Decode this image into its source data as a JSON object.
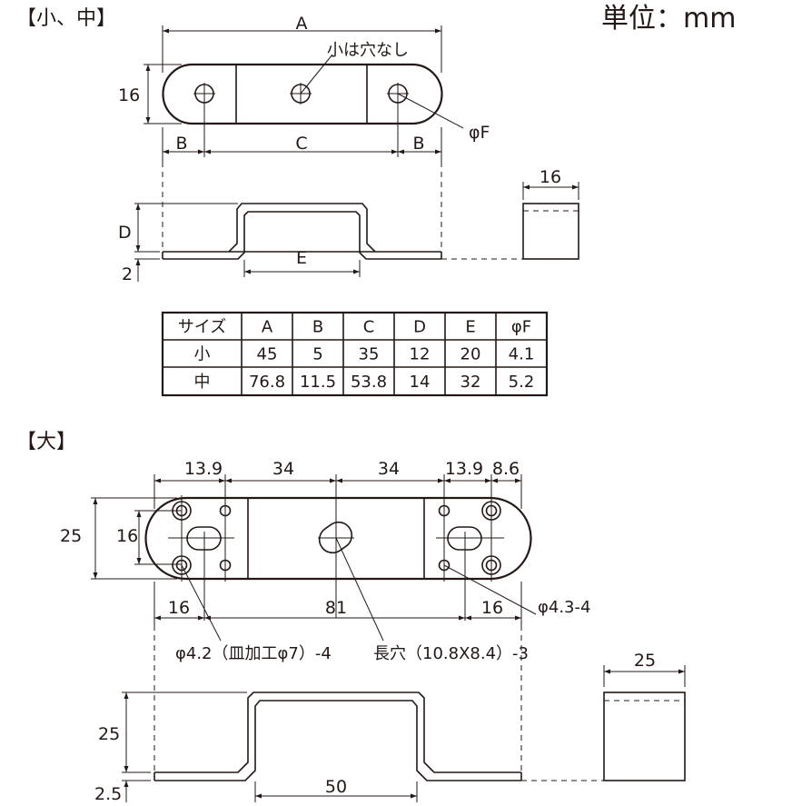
{
  "headers": {
    "small_medium": "【小、中】",
    "large": "【大】",
    "unit": "単位：mm"
  },
  "top_drawing": {
    "dim_a": "A",
    "dim_b_left": "B",
    "dim_c": "C",
    "dim_b_right": "B",
    "dim_height": "16",
    "note_no_hole": "小は穴なし",
    "dim_phi_f": "φF",
    "dim_d": "D",
    "dim_e": "E",
    "dim_thickness": "2",
    "side_width": "16"
  },
  "table": {
    "columns": [
      "サイズ",
      "A",
      "B",
      "C",
      "D",
      "E",
      "φF"
    ],
    "rows": [
      [
        "小",
        "45",
        "5",
        "35",
        "12",
        "20",
        "4.1"
      ],
      [
        "中",
        "76.8",
        "11.5",
        "53.8",
        "14",
        "32",
        "5.2"
      ]
    ]
  },
  "large_drawing": {
    "dim_13_9_left": "13.9",
    "dim_34_left": "34",
    "dim_34_right": "34",
    "dim_13_9_right": "13.9",
    "dim_8_6": "8.6",
    "dim_height_25": "25",
    "dim_height_16": "16",
    "dim_16_left": "16",
    "dim_81": "81",
    "dim_16_right": "16",
    "note_phi_4_3": "φ4.3-4",
    "note_phi_4_2": "φ4.2（皿加工φ7）-4",
    "note_slot": "長穴（10.8X8.4）-3",
    "dim_front_25": "25",
    "dim_front_50": "50",
    "dim_thickness_2_5": "2.5",
    "side_width_25": "25"
  }
}
